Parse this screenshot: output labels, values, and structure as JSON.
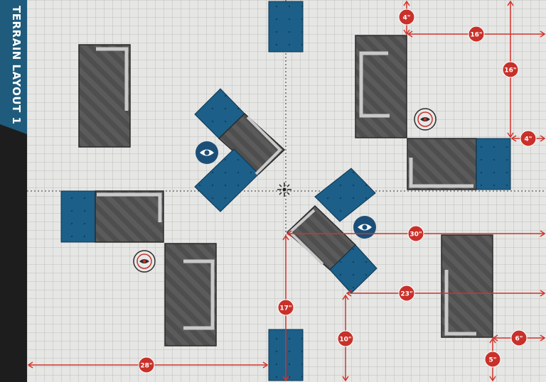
{
  "layout": {
    "title": "TERRAIN LAYOUT 1"
  },
  "colors": {
    "background": "#e6e6e4",
    "grid": "#b4b4b2",
    "ruin_fill": "#575757",
    "ruin_wall": "#c9c9c9",
    "blue_terrain": "#1c5f88",
    "objective": "#1b4f78",
    "marker_red": "#c9302a",
    "measure_line": "#d0342c",
    "side_tab": "#1f5b7c"
  },
  "icons": {
    "obstacle": "eye-icon",
    "objective_marker": "target-eye-icon",
    "center": "crosshair-icon"
  },
  "measurements": [
    {
      "id": "m4-top",
      "label": "4\""
    },
    {
      "id": "m16-horiz",
      "label": "16\""
    },
    {
      "id": "m16-vert",
      "label": "16\""
    },
    {
      "id": "m4-right",
      "label": "4\""
    },
    {
      "id": "m30",
      "label": "30\""
    },
    {
      "id": "m23",
      "label": "23\""
    },
    {
      "id": "m17",
      "label": "17\""
    },
    {
      "id": "m10",
      "label": "10\""
    },
    {
      "id": "m6",
      "label": "6\""
    },
    {
      "id": "m5",
      "label": "5\""
    },
    {
      "id": "m28",
      "label": "28\""
    }
  ]
}
